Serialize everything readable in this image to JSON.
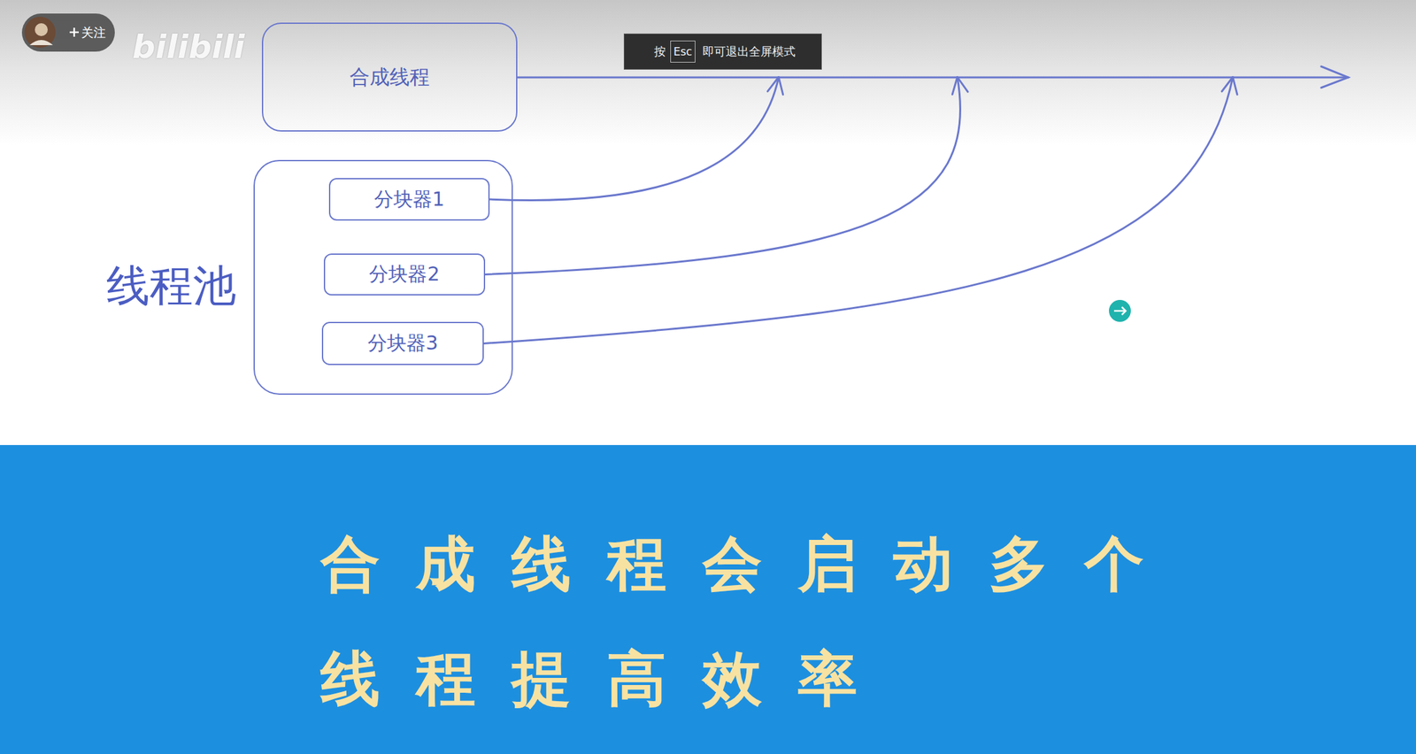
{
  "diagram": {
    "caption": "合成线程会启动多个 线程提高效率",
    "nodes": [
      {
        "text": [
          "合成线程"
        ]
      },
      {
        "text": [
          "线程池"
        ]
      },
      {
        "text": [
          "分块器1"
        ],
        "in": 1
      },
      {
        "text": [
          "分块器2"
        ],
        "in": 1
      },
      {
        "text": [
          "分块器3"
        ],
        "in": 1
      }
    ],
    "edges": [
      {
        "from": 2,
        "to": 0,
        "arrow": "to"
      },
      {
        "from": 3,
        "to": 0,
        "arrow": "to"
      },
      {
        "from": 4,
        "to": 0,
        "arrow": "to"
      }
    ],
    "labels": [
      "关注",
      "bilibili",
      "按",
      "Esc",
      "即可退出全屏模式"
    ]
  }
}
